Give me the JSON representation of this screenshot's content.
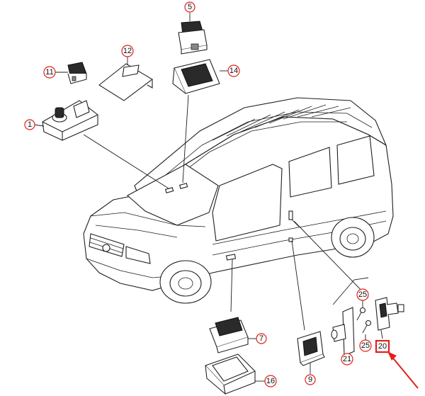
{
  "parts": [
    {
      "id": "p1",
      "label": "1"
    },
    {
      "id": "p5",
      "label": "5"
    },
    {
      "id": "p7",
      "label": "7"
    },
    {
      "id": "p9",
      "label": "9"
    },
    {
      "id": "p11",
      "label": "11"
    },
    {
      "id": "p12",
      "label": "12"
    },
    {
      "id": "p14",
      "label": "14"
    },
    {
      "id": "p16",
      "label": "16"
    },
    {
      "id": "p20",
      "label": "20",
      "highlighted": true
    },
    {
      "id": "p21",
      "label": "21"
    },
    {
      "id": "p25a",
      "label": "25"
    },
    {
      "id": "p25b",
      "label": "25"
    }
  ],
  "colors": {
    "callout": "#e1201d",
    "line": "#1e1e1e",
    "background": "#ffffff"
  }
}
